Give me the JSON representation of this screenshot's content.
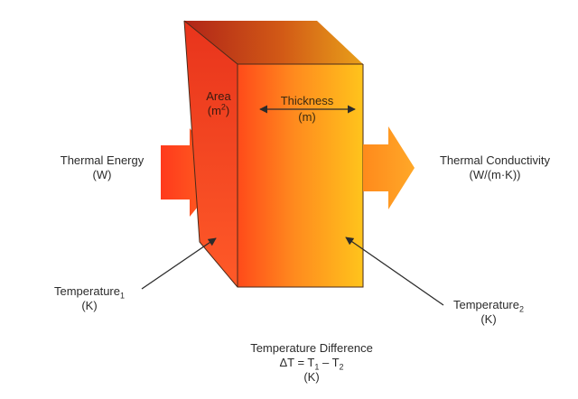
{
  "labels": {
    "area": {
      "name": "Area",
      "unit_base": "(m",
      "unit_exp": "2",
      "unit_close": ")"
    },
    "thickness": {
      "name": "Thickness",
      "unit": "(m)"
    },
    "thermal_energy": {
      "name": "Thermal Energy",
      "unit": "(W)"
    },
    "thermal_conductivity": {
      "name": "Thermal Conductivity",
      "unit": "(W/(m·K))"
    },
    "temperature1": {
      "name": "Temperature",
      "sub": "1",
      "unit": "(K)"
    },
    "temperature2": {
      "name": "Temperature",
      "sub": "2",
      "unit": "(K)"
    },
    "temperature_difference": {
      "name": "Temperature Difference",
      "formula_prefix": "ΔT = T",
      "formula_sub1": "1",
      "formula_mid": " – T",
      "formula_sub2": "2",
      "unit": "(K)"
    }
  },
  "colors": {
    "block_front_left": "#ff4a1a",
    "block_front_right": "#ffc21a",
    "block_side_top": "#f03c1c",
    "block_side_bottom": "#ff6a2a",
    "block_top_left": "#b8281a",
    "block_top_right": "#e8a81a",
    "arrow_in": "#ff4a20",
    "arrow_out": "#ff9a1e",
    "outline": "#3a3a3a"
  }
}
